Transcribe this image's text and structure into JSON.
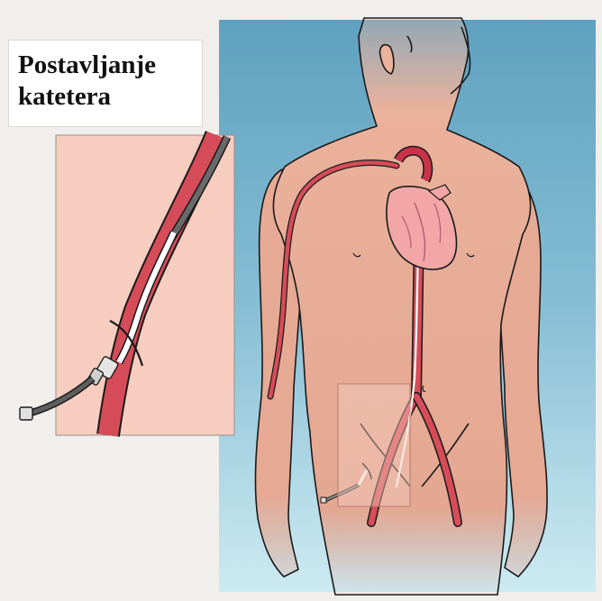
{
  "title": {
    "line1": "Postavljanje",
    "line2": "katetera"
  },
  "colors": {
    "page_bg": "#f1efec",
    "backdrop_top": "#5fa1c0",
    "backdrop_bottom": "#c8e6f0",
    "skin": "#e9ac95",
    "inset_bg": "#f6cdbf",
    "artery": "#d64c58",
    "catheter": "#ffffff",
    "guide_tube": "#6a6a6a",
    "heart": "#f2a6a6",
    "aorta": "#c8334a",
    "outline": "#1a1a1a"
  },
  "icons": [
    "human-torso-illustration",
    "heart-illustration",
    "femoral-artery-inset",
    "catheter-illustration"
  ]
}
